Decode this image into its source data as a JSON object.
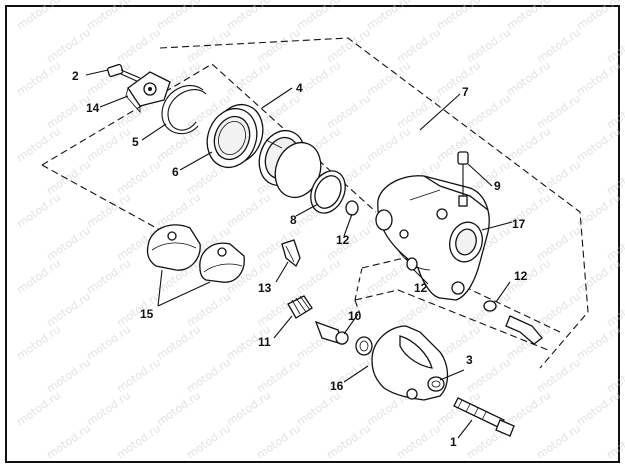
{
  "diagram": {
    "watermark_text": "motod.ru",
    "callouts": {
      "c1": "1",
      "c2": "2",
      "c3": "3",
      "c4": "4",
      "c5": "5",
      "c6": "6",
      "c7": "7",
      "c8": "8",
      "c9": "9",
      "c10": "10",
      "c11": "11",
      "c12a": "12",
      "c12b": "12",
      "c12c": "12",
      "c13": "13",
      "c14": "14",
      "c15": "15",
      "c16": "16",
      "c17": "17"
    }
  }
}
